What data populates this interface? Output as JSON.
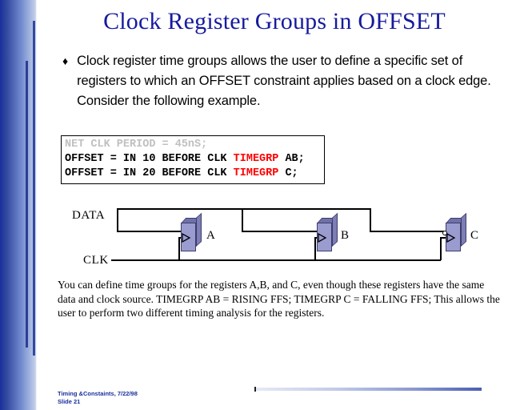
{
  "slide": {
    "title": "Clock Register Groups in OFFSET",
    "bullet_marker": "♦",
    "bullet_text": "Clock register time groups allows the user to define a specific set of registers to which an OFFSET constraint applies based on a clock edge. Consider the following example.",
    "explanation": "You can define time groups for the registers A,B, and C, even though these registers have the same data and clock source. TIMEGRP AB = RISING FFS; TIMEGRP C = FALLING FFS; This allows the user to perform two different timing analysis for the registers.",
    "footer_line1": "Timing &Constaints, 7/22/98",
    "footer_line2": "Slide 21"
  },
  "code_block": {
    "lines": [
      {
        "text": "NET CLK PERIOD = 45nS;",
        "style": "muted"
      },
      {
        "pre": "OFFSET = IN 10 BEFORE CLK ",
        "kw": "TIMEGRP",
        "post": " AB;",
        "style": "normal"
      },
      {
        "pre": "OFFSET = IN 20 BEFORE CLK ",
        "kw": "TIMEGRP",
        "post": " C;",
        "style": "normal"
      }
    ],
    "line1_full": "NET CLK PERIOD = 45nS;",
    "line2_pre": "OFFSET = IN 10 BEFORE CLK ",
    "line2_kw": "TIMEGRP",
    "line2_post": " AB;",
    "line3_pre": "OFFSET = IN 20 BEFORE CLK ",
    "line3_kw": "TIMEGRP",
    "line3_post": " C;"
  },
  "diagram": {
    "data_label": "DATA",
    "clk_label": "CLK",
    "registers": [
      {
        "name": "A",
        "edge": "rising"
      },
      {
        "name": "B",
        "edge": "rising"
      },
      {
        "name": "C",
        "edge": "falling"
      }
    ]
  },
  "colors": {
    "title_blue": "#161a9e",
    "sidebar_dark": "#1a2f9c",
    "sidebar_light": "#c3cfe9",
    "keyword_red": "#ff0000",
    "code_muted": "#c0c0c0",
    "register_face": "#9a9ccf",
    "register_shade": "#6f71a8"
  }
}
